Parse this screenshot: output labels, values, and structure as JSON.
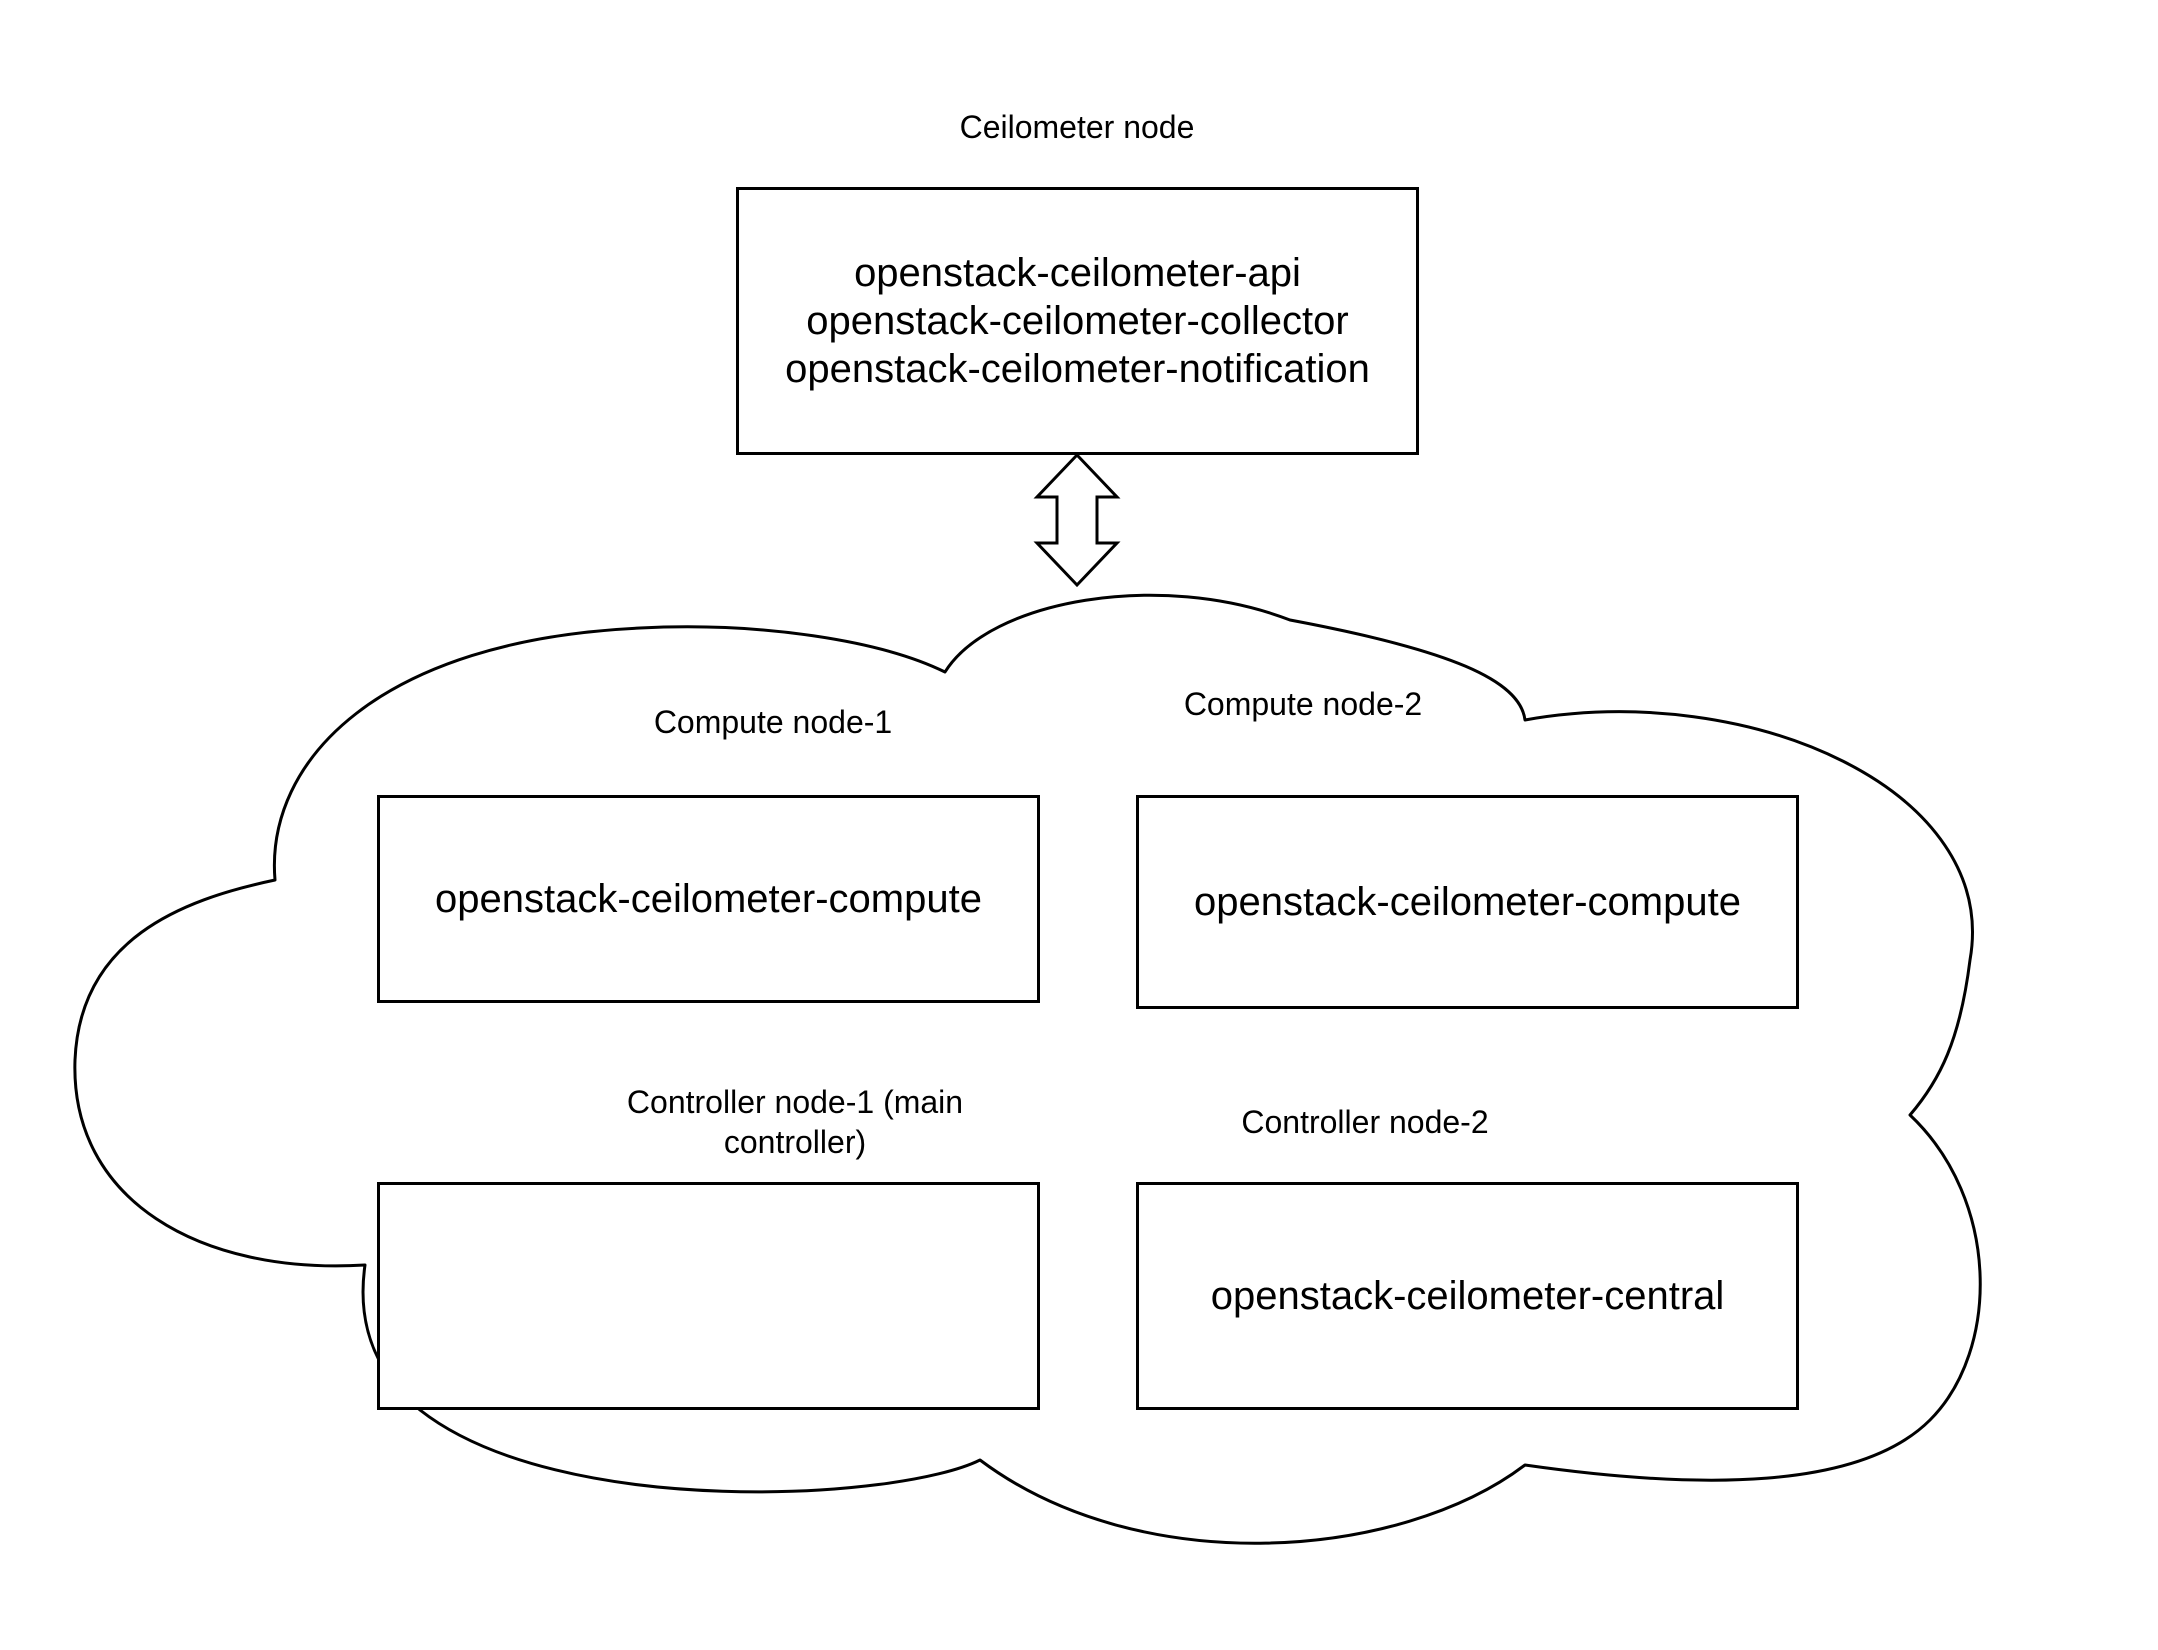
{
  "diagram": {
    "ceilometer_node": {
      "label": "Ceilometer node",
      "services": [
        "openstack-ceilometer-api",
        "openstack-ceilometer-collector",
        "openstack-ceilometer-notification"
      ]
    },
    "compute_node_1": {
      "label": "Compute node-1",
      "services": [
        "openstack-ceilometer-compute"
      ]
    },
    "compute_node_2": {
      "label": "Compute node-2",
      "services": [
        "openstack-ceilometer-compute"
      ]
    },
    "controller_node_1": {
      "label_lines": [
        "Controller node-1 (main",
        "controller)"
      ],
      "services": []
    },
    "controller_node_2": {
      "label": "Controller node-2",
      "services": [
        "openstack-ceilometer-central"
      ]
    },
    "colors": {
      "stroke": "#000000",
      "fill": "#ffffff",
      "background": "#ffffff"
    }
  }
}
